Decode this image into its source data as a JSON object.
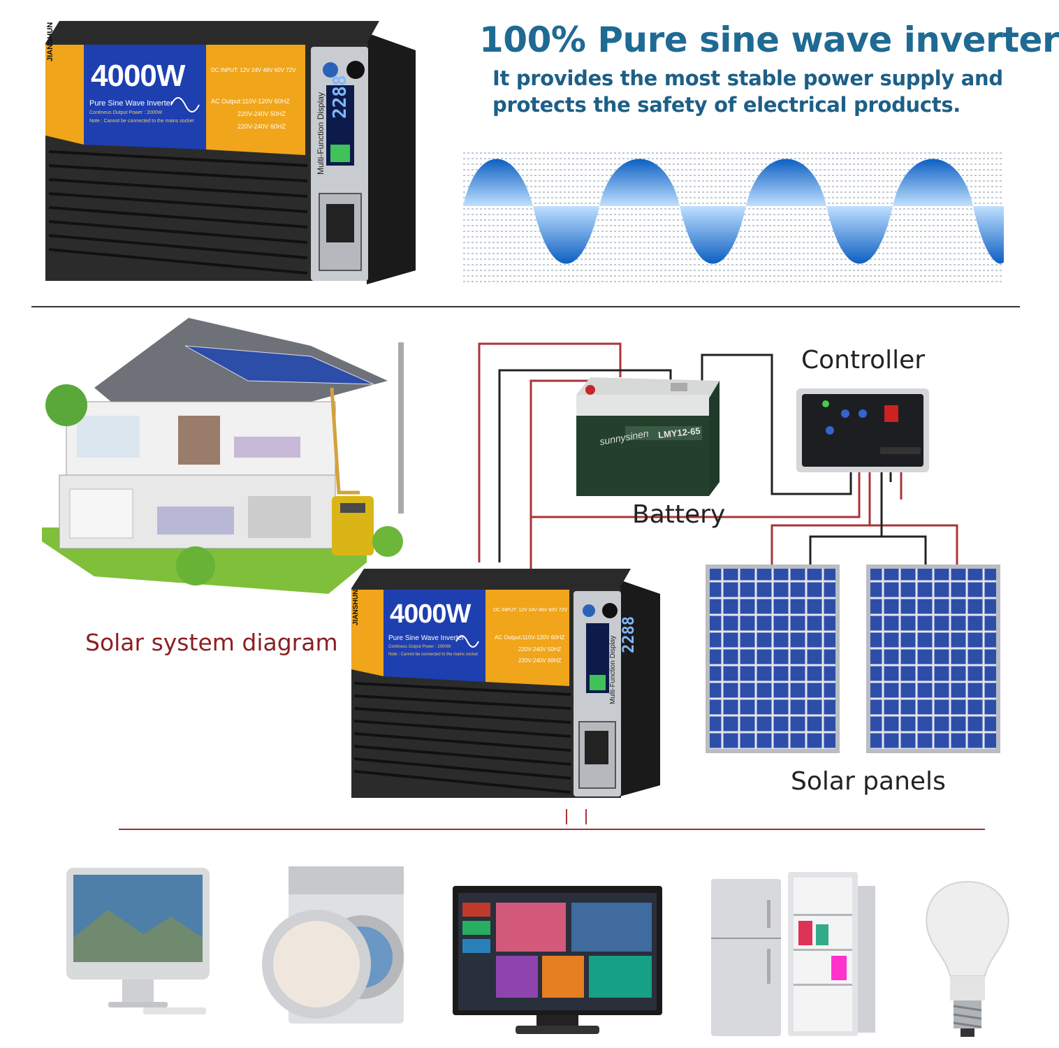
{
  "headline": {
    "title": "100% Pure sine wave inverter",
    "line1": "It provides the most stable power supply and",
    "line2": "protects the safety of electrical products."
  },
  "inverter": {
    "brand": "JIANSHUN",
    "power": "4000W",
    "product": "Pure Sine Wave Inverter",
    "continuous": "Contineus Output Power : 2000W",
    "note_label": "Note :",
    "note_text": "Cannot be connected to the mains socket",
    "dc_input_label": "DC INPUT:",
    "dc_inputs": [
      "12V",
      "24V",
      "48V",
      "60V",
      "72V"
    ],
    "ac_outputs": [
      "AC Output:110V-120V 60HZ",
      "220V-240V 50HZ",
      "220V-240V 60HZ"
    ],
    "display_label": "Multi-Function Display",
    "lcd_value": "2288"
  },
  "diagram": {
    "caption_system": "Solar system diagram",
    "label_controller": "Controller",
    "label_battery": "Battery",
    "label_panels": "Solar panels",
    "battery_brand": "sunnysinen",
    "battery_model": "LMY12-65"
  },
  "appliances": [
    "monitor-icon",
    "washing-machine-icon",
    "television-icon",
    "refrigerator-icon",
    "light-bulb-icon"
  ],
  "colors": {
    "headline_blue": "#1f6a93",
    "inverter_orange": "#f0a51a",
    "inverter_blue": "#1d3fb0",
    "wire_red": "#a8343a",
    "wire_black": "#222222",
    "panel_blue": "#2d4ea8"
  }
}
